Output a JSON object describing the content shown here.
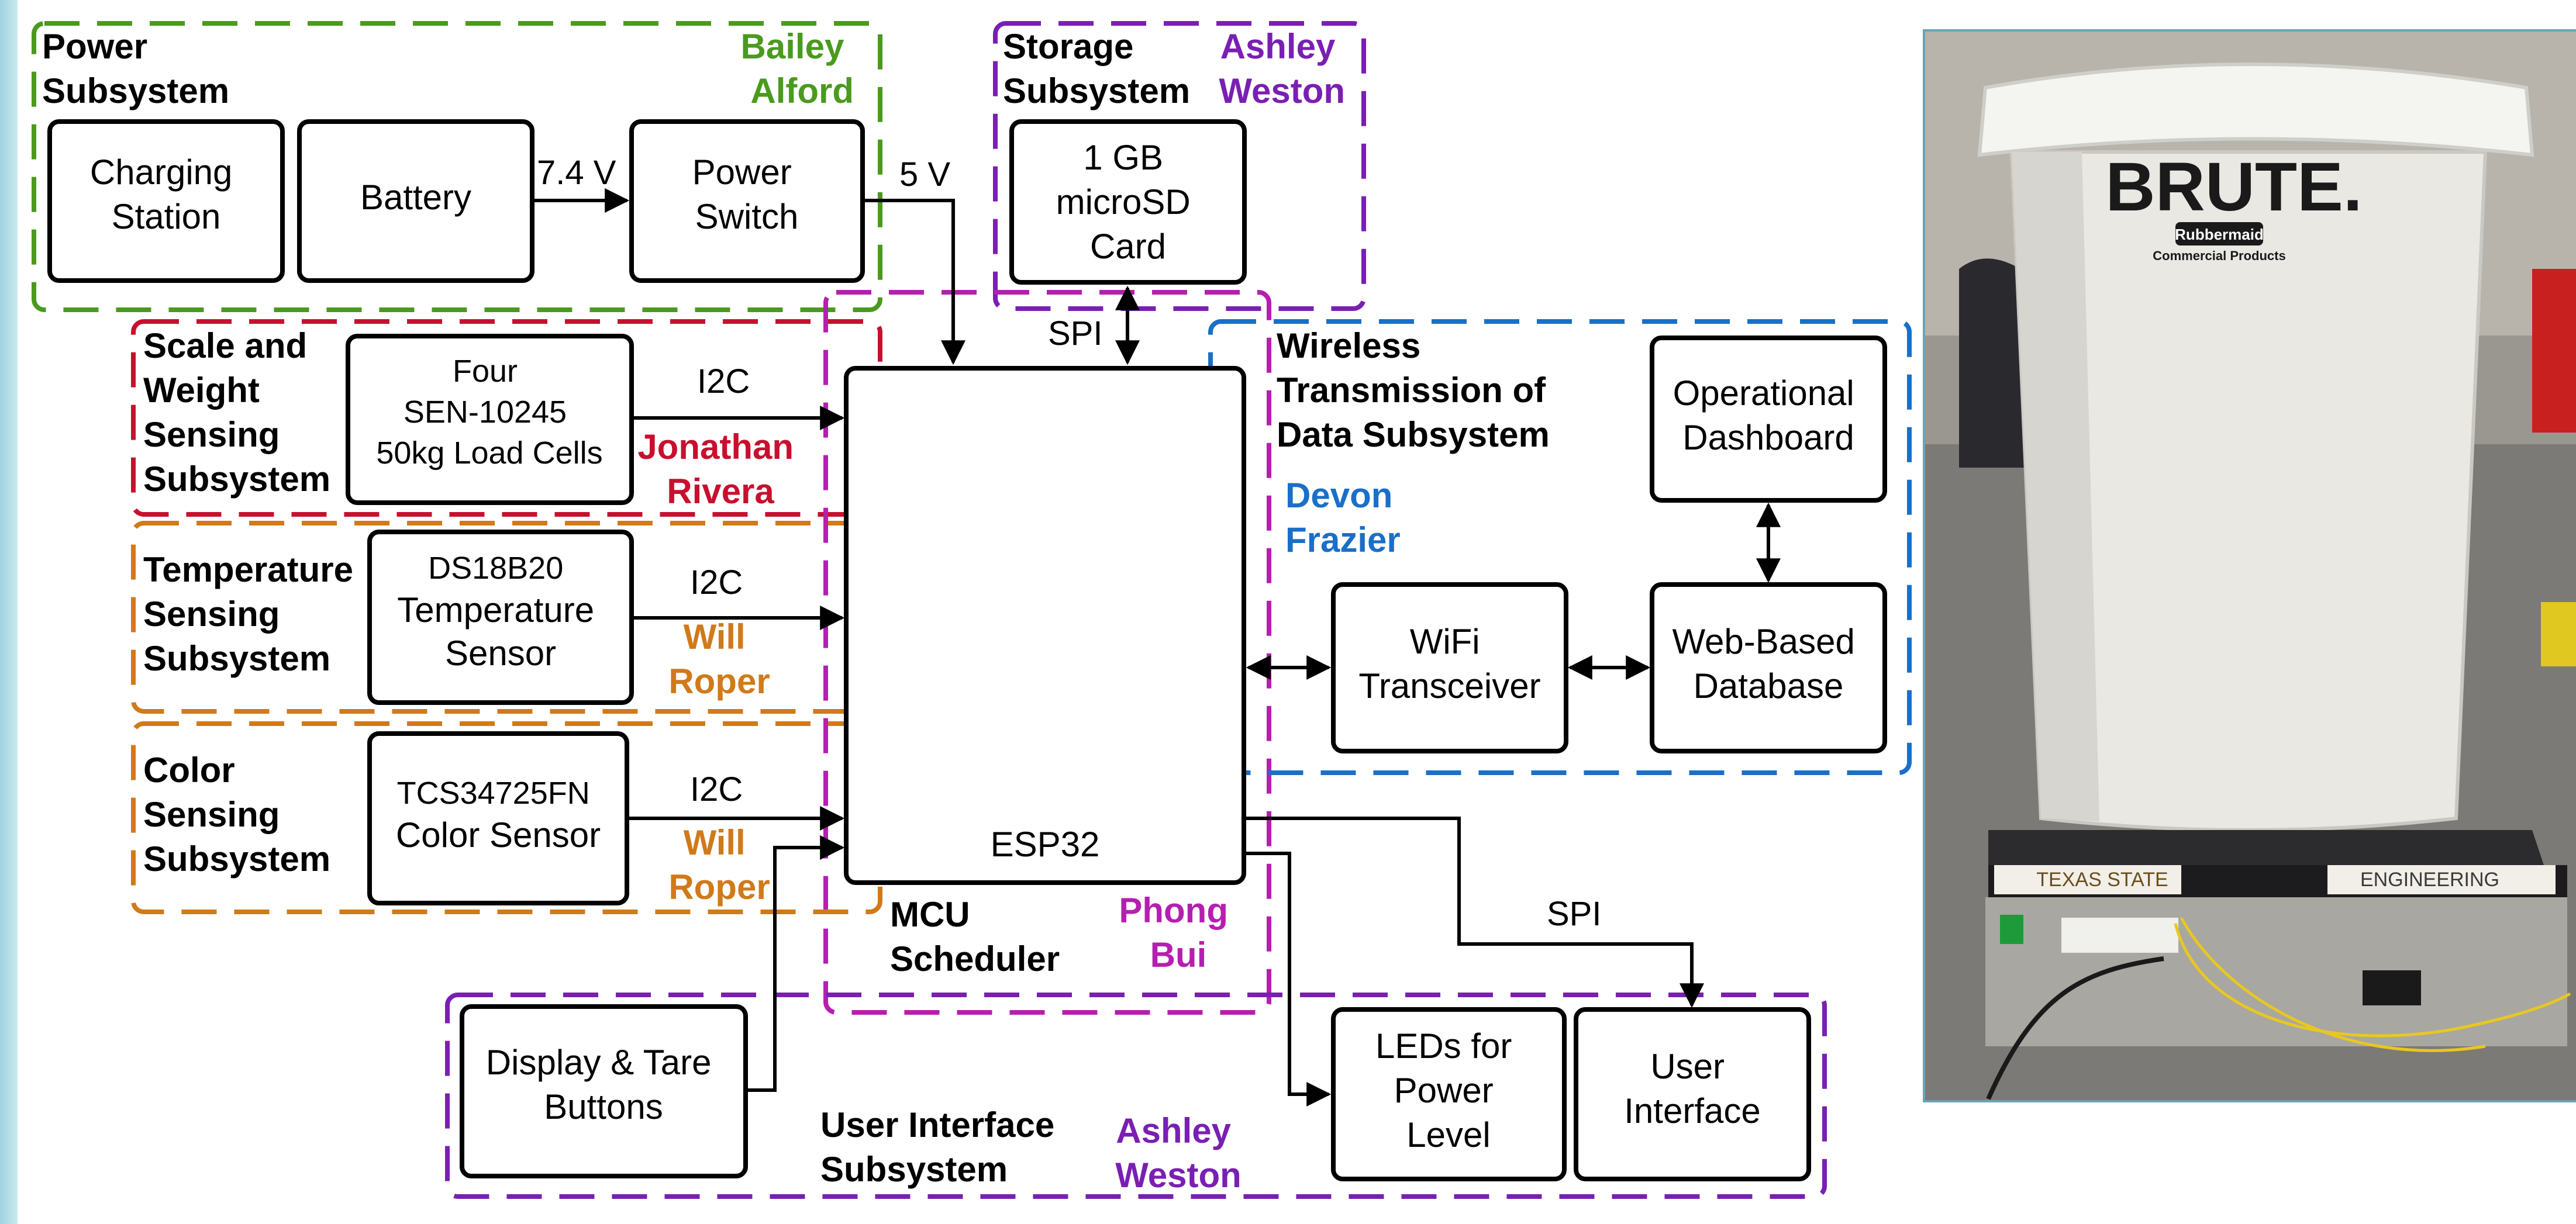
{
  "colors": {
    "power": "#4a9a1e",
    "storage": "#7a1fb3",
    "scale": "#c8102e",
    "mcu": "#b51fb0",
    "temperature": "#d07a1a",
    "color_sensing": "#d07a1a",
    "wireless": "#1a6fc8",
    "ui": "#7a1fb3"
  },
  "subsystems": {
    "power": {
      "title": [
        "Power",
        "Subsystem"
      ],
      "owner": [
        "Bailey",
        "Alford"
      ]
    },
    "storage": {
      "title": [
        "Storage",
        "Subsystem"
      ],
      "owner": [
        "Ashley",
        "Weston"
      ]
    },
    "scale": {
      "title": [
        "Scale and",
        "Weight",
        "Sensing",
        "Subsystem"
      ],
      "owner": [
        "Jonathan",
        "Rivera"
      ]
    },
    "temperature": {
      "title": [
        "Temperature",
        "Sensing",
        "Subsystem"
      ],
      "owner": [
        "Will",
        "Roper"
      ]
    },
    "color_sensing": {
      "title": [
        "Color",
        "Sensing",
        "Subsystem"
      ],
      "owner": [
        "Will",
        "Roper"
      ]
    },
    "wireless": {
      "title": [
        "Wireless",
        "Transmission of",
        "Data Subsystem"
      ],
      "owner": [
        "Devon",
        "Frazier"
      ]
    },
    "mcu": {
      "title": [
        "MCU",
        "Scheduler"
      ],
      "owner": [
        "Phong",
        "Bui"
      ]
    },
    "ui": {
      "title": [
        "User Interface",
        "Subsystem"
      ],
      "owner": [
        "Ashley",
        "Weston"
      ]
    }
  },
  "blocks": {
    "charging_station": [
      "Charging",
      "Station"
    ],
    "battery": [
      "Battery"
    ],
    "power_switch": [
      "Power",
      "Switch"
    ],
    "microsd": [
      "1 GB",
      "microSD",
      "Card"
    ],
    "load_cells": [
      "Four",
      "SEN-10245",
      "50kg Load Cells"
    ],
    "temp_sensor": [
      "DS18B20",
      "Temperature",
      "Sensor"
    ],
    "color_sensor": [
      "TCS34725FN",
      "Color Sensor"
    ],
    "esp32": [
      "ESP32"
    ],
    "wifi": [
      "WiFi",
      "Transceiver"
    ],
    "database": [
      "Web-Based",
      "Database"
    ],
    "dashboard": [
      "Operational",
      "Dashboard"
    ],
    "display_buttons": [
      "Display & Tare",
      "Buttons"
    ],
    "leds": [
      "LEDs for",
      "Power",
      "Level"
    ],
    "user_interface": [
      "User",
      "Interface"
    ]
  },
  "connections": {
    "battery_to_switch": "7.4 V",
    "switch_to_mcu": "5 V",
    "sd_to_mcu": "SPI",
    "load_to_mcu": "I2C",
    "temp_to_mcu": "I2C",
    "color_to_mcu": "I2C",
    "mcu_to_ui": "SPI"
  },
  "photo": {
    "brand": "BRUTE.",
    "sub_brand": "Rubbermaid",
    "sub_brand_2": "Commercial Products",
    "plate_left": "TEXAS STATE",
    "plate_right": "ENGINEERING"
  }
}
